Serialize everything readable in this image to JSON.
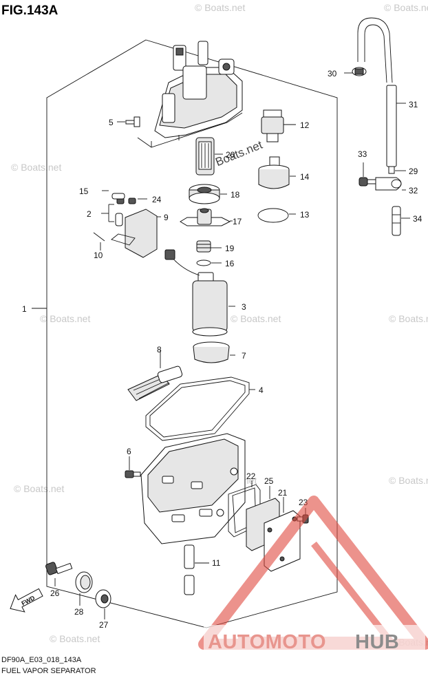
{
  "figure_title": "FIG.143A",
  "footer": {
    "model_code": "DF90A_E03_018_143A",
    "section_name": "FUEL VAPOR SEPARATOR"
  },
  "watermarks": {
    "repeat_text": "© Boats.net",
    "center_text": "© Boats.net"
  },
  "brand": {
    "part_a": "AUTOMOTO",
    "part_b": "HUB",
    "color_a": "#e8958e",
    "color_b": "#8c8c8c",
    "logo_color": "#e04b40"
  },
  "fwd_arrow": "FWD",
  "callouts": {
    "n1": "1",
    "n2": "2",
    "n3": "3",
    "n4": "4",
    "n5": "5",
    "n6": "6",
    "n7": "7",
    "n8": "8",
    "n9": "9",
    "n10": "10",
    "n11": "11",
    "n12": "12",
    "n13": "13",
    "n14": "14",
    "n15": "15",
    "n16": "16",
    "n17": "17",
    "n18": "18",
    "n19": "19",
    "n20": "20",
    "n21": "21",
    "n22": "22",
    "n23": "23",
    "n24": "24",
    "n25": "25",
    "n26": "26",
    "n27": "27",
    "n28": "28",
    "n29": "29",
    "n30": "30",
    "n31": "31",
    "n32": "32",
    "n33": "33",
    "n34": "34"
  }
}
